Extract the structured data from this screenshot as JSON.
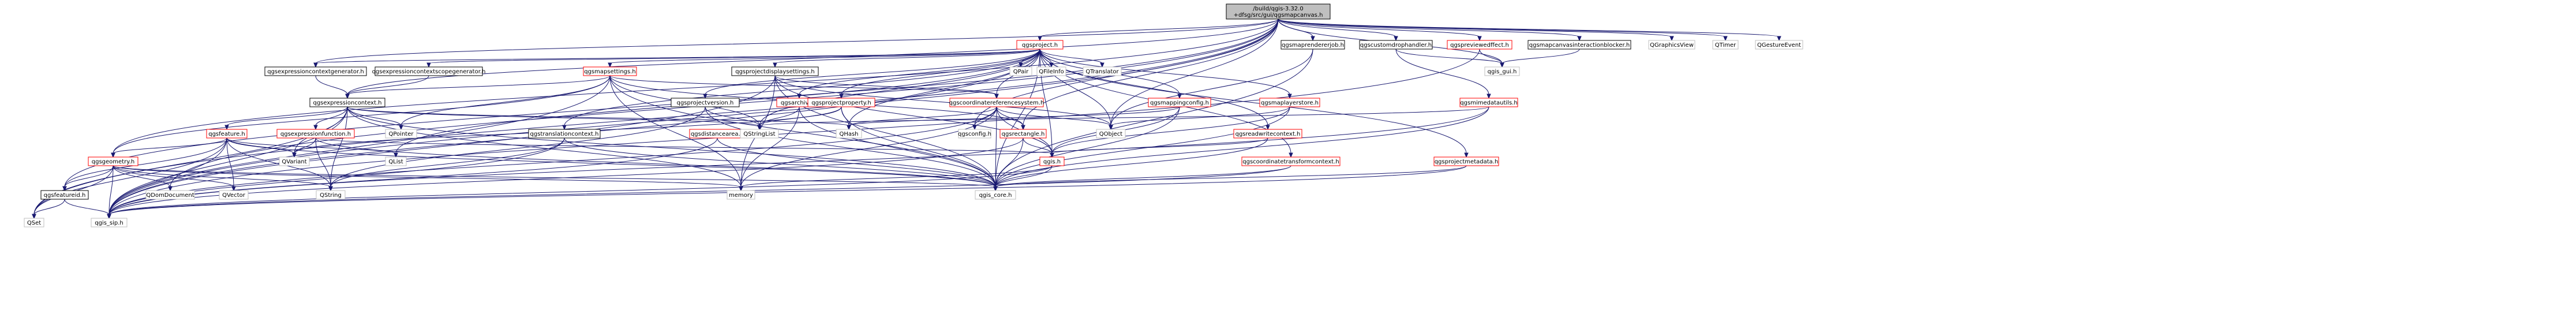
{
  "colors": {
    "edge": "#191970",
    "node_border_black": "#000000",
    "node_border_red": "#ff0000",
    "node_border_grey": "#bfbfbf",
    "node_fill": "#ffffff",
    "root_fill": "#bfbfbf"
  },
  "diagram": {
    "nodes": [
      {
        "id": "root",
        "label": "/build/qgis-3.32.0\n+dfsg/src/gui/qgsmapcanvas.h",
        "style": "root"
      },
      {
        "id": "qgsproject",
        "label": "qgsproject.h",
        "style": "red"
      },
      {
        "id": "qgsmaprendererjob",
        "label": "qgsmaprendererjob.h",
        "style": "black"
      },
      {
        "id": "qgscustomdrophandler",
        "label": "qgscustomdrophandler.h",
        "style": "black"
      },
      {
        "id": "qgspreviewing",
        "label": "qgspreviewedffect.h",
        "style": "red"
      },
      {
        "id": "qgsmapcanvasint",
        "label": "qgsmapcanvasinteractionblocker.h",
        "style": "black"
      },
      {
        "id": "QGraphicsView",
        "label": "QGraphicsView",
        "style": "grey"
      },
      {
        "id": "QTimer",
        "label": "QTimer",
        "style": "grey"
      },
      {
        "id": "QGestureEvent",
        "label": "QGestureEvent",
        "style": "grey"
      },
      {
        "id": "qgsexprctxgen",
        "label": "qgsexpressioncontextgenerator.h",
        "style": "black"
      },
      {
        "id": "qgsexprctxscopegen",
        "label": "qgsexpressioncontextscopegenerator.h",
        "style": "black"
      },
      {
        "id": "qgsmapsettings",
        "label": "qgsmapsettings.h",
        "style": "red"
      },
      {
        "id": "qgsprojectdisplaysettings",
        "label": "qgsprojectdisplaysettings.h",
        "style": "black"
      },
      {
        "id": "QPair",
        "label": "QPair",
        "style": "grey"
      },
      {
        "id": "QFileInfo",
        "label": "QFileInfo",
        "style": "grey"
      },
      {
        "id": "QTranslator",
        "label": "QTranslator",
        "style": "grey"
      },
      {
        "id": "qgs_gui",
        "label": "qgis_gui.h",
        "style": "grey"
      },
      {
        "id": "qgsexprctx",
        "label": "qgsexpressioncontext.h",
        "style": "black"
      },
      {
        "id": "qgsprojectversion",
        "label": "qgsprojectversion.h",
        "style": "black"
      },
      {
        "id": "qgsarchive",
        "label": "qgsarchive.h",
        "style": "red"
      },
      {
        "id": "qgsprojectproperty",
        "label": "qgsprojectproperty.h",
        "style": "red"
      },
      {
        "id": "qgscrs",
        "label": "qgscoordinatereferencesystem.h",
        "style": "red"
      },
      {
        "id": "qgsmappingconfig",
        "label": "qgsmappingconfig.h",
        "style": "red"
      },
      {
        "id": "qgsmaplayerstore",
        "label": "qgsmaplayerstore.h",
        "style": "red"
      },
      {
        "id": "qgsmimedatautils",
        "label": "qgsmimedatautils.h",
        "style": "red"
      },
      {
        "id": "qgsfeature",
        "label": "qgsfeature.h",
        "style": "red"
      },
      {
        "id": "qgsexprfunction",
        "label": "qgsexpressionfunction.h",
        "style": "red"
      },
      {
        "id": "QPointer",
        "label": "QPointer",
        "style": "grey"
      },
      {
        "id": "qgstranslationcontext",
        "label": "qgstranslationcontext.h",
        "style": "black"
      },
      {
        "id": "qgsdistancearea",
        "label": "qgsdistancearea.h",
        "style": "red"
      },
      {
        "id": "QStringList",
        "label": "QStringList",
        "style": "grey"
      },
      {
        "id": "QHash",
        "label": "QHash",
        "style": "grey"
      },
      {
        "id": "qgsconfig",
        "label": "qgsconfig.h",
        "style": "grey"
      },
      {
        "id": "qgsrectangle",
        "label": "qgsrectangle.h",
        "style": "red"
      },
      {
        "id": "QObject",
        "label": "QObject",
        "style": "grey"
      },
      {
        "id": "qgsreadwritecontext",
        "label": "qgsreadwritecontext.h",
        "style": "red"
      },
      {
        "id": "qgsgeometry",
        "label": "qgsgeometry.h",
        "style": "red"
      },
      {
        "id": "QVariant",
        "label": "QVariant",
        "style": "grey"
      },
      {
        "id": "QList",
        "label": "QList",
        "style": "grey"
      },
      {
        "id": "qgis_h",
        "label": "qgis.h",
        "style": "red"
      },
      {
        "id": "qgscoordtransformctx",
        "label": "qgscoordinatetransformcontext.h",
        "style": "red"
      },
      {
        "id": "qgsprojectmetadata",
        "label": "qgsprojectmetadata.h",
        "style": "red"
      },
      {
        "id": "qgsfeatureid",
        "label": "qgsfeatureid.h",
        "style": "black"
      },
      {
        "id": "QDomDocument",
        "label": "QDomDocument",
        "style": "grey"
      },
      {
        "id": "QVector",
        "label": "QVector",
        "style": "grey"
      },
      {
        "id": "QString",
        "label": "QString",
        "style": "grey"
      },
      {
        "id": "memory",
        "label": "memory",
        "style": "grey"
      },
      {
        "id": "qgis_core",
        "label": "qgis_core.h",
        "style": "grey"
      },
      {
        "id": "QSet",
        "label": "QSet",
        "style": "grey"
      },
      {
        "id": "qgis_sip",
        "label": "qgis_sip.h",
        "style": "grey"
      }
    ],
    "edges": [
      [
        "root",
        "qgsproject"
      ],
      [
        "root",
        "qgsmaprendererjob"
      ],
      [
        "root",
        "qgscustomdrophandler"
      ],
      [
        "root",
        "qgspreviewing"
      ],
      [
        "root",
        "qgsmapcanvasint"
      ],
      [
        "root",
        "QGraphicsView"
      ],
      [
        "root",
        "QTimer"
      ],
      [
        "root",
        "QGestureEvent"
      ],
      [
        "root",
        "qgsexprctxgen"
      ],
      [
        "root",
        "qgsexprctx"
      ],
      [
        "root",
        "qgsconfig"
      ],
      [
        "root",
        "qgsfeatureid"
      ],
      [
        "root",
        "qgsgeometry"
      ],
      [
        "root",
        "QDomDocument"
      ],
      [
        "root",
        "qgis_sip"
      ],
      [
        "root",
        "qgs_gui"
      ],
      [
        "root",
        "qgsrectangle"
      ],
      [
        "root",
        "QObject"
      ],
      [
        "root",
        "QSet"
      ],
      [
        "qgsproject",
        "qgsexprctxscopegen"
      ],
      [
        "qgsproject",
        "qgsmapsettings"
      ],
      [
        "qgsproject",
        "qgsprojectdisplaysettings"
      ],
      [
        "qgsproject",
        "QPair"
      ],
      [
        "qgsproject",
        "QFileInfo"
      ],
      [
        "qgsproject",
        "QTranslator"
      ],
      [
        "qgsproject",
        "qgsprojectversion"
      ],
      [
        "qgsproject",
        "qgsarchive"
      ],
      [
        "qgsproject",
        "qgsprojectproperty"
      ],
      [
        "qgsproject",
        "qgscrs"
      ],
      [
        "qgsproject",
        "qgsmappingconfig"
      ],
      [
        "qgsproject",
        "qgsmaplayerstore"
      ],
      [
        "qgsproject",
        "qgsreadwritecontext"
      ],
      [
        "qgsproject",
        "qgstranslationcontext"
      ],
      [
        "qgsproject",
        "qgscoordtransformctx"
      ],
      [
        "qgsproject",
        "qgsprojectmetadata"
      ],
      [
        "qgsproject",
        "QObject"
      ],
      [
        "qgsproject",
        "QHash"
      ],
      [
        "qgsproject",
        "QList"
      ],
      [
        "qgsproject",
        "QStringList"
      ],
      [
        "qgsproject",
        "qgis_core"
      ],
      [
        "qgsproject",
        "qgis_h"
      ],
      [
        "qgsproject",
        "qgis_sip"
      ],
      [
        "qgsproject",
        "qgsexprctxgen"
      ],
      [
        "qgsmaprendererjob",
        "qgis_gui"
      ],
      [
        "qgsmaprendererjob",
        "QObject"
      ],
      [
        "qgsmaprendererjob",
        "qgis_core"
      ],
      [
        "qgscustomdrophandler",
        "qgs_gui"
      ],
      [
        "qgscustomdrophandler",
        "qgsmimedatautils"
      ],
      [
        "qgspreviewing",
        "qgs_gui"
      ],
      [
        "qgspreviewing",
        "qgis_sip"
      ],
      [
        "qgsmapcanvasint",
        "qgs_gui"
      ],
      [
        "qgsexprctxgen",
        "qgsexprctx"
      ],
      [
        "qgsexprctxscopegen",
        "qgsexprctx"
      ],
      [
        "qgsmapsettings",
        "qgsexprctx"
      ],
      [
        "qgsmapsettings",
        "qgscrs"
      ],
      [
        "qgsmapsettings",
        "qgsrectangle"
      ],
      [
        "qgsmapsettings",
        "qgsgeometry"
      ],
      [
        "qgsmapsettings",
        "QStringList"
      ],
      [
        "qgsmapsettings",
        "QPointer"
      ],
      [
        "qgsmapsettings",
        "qgis_core"
      ],
      [
        "qgsmapsettings",
        "qgis_sip"
      ],
      [
        "qgsmapsettings",
        "memory"
      ],
      [
        "qgsprojectdisplaysettings",
        "qgscrs"
      ],
      [
        "qgsprojectdisplaysettings",
        "QObject"
      ],
      [
        "qgsprojectdisplaysettings",
        "qgis_core"
      ],
      [
        "qgsprojectdisplaysettings",
        "qgis_h"
      ],
      [
        "qgsprojectdisplaysettings",
        "memory"
      ],
      [
        "qgsprojectdisplaysettings",
        "qgis_sip"
      ],
      [
        "qgsexprctx",
        "qgsfeature"
      ],
      [
        "qgsexprctx",
        "qgsexprfunction"
      ],
      [
        "qgsexprctx",
        "QPointer"
      ],
      [
        "qgsexprctx",
        "QStringList"
      ],
      [
        "qgsexprctx",
        "QHash"
      ],
      [
        "qgsexprctx",
        "QString"
      ],
      [
        "qgsexprctx",
        "QVariant"
      ],
      [
        "qgsexprctx",
        "QSet"
      ],
      [
        "qgsexprctx",
        "qgis_core"
      ],
      [
        "qgsexprctx",
        "qgis_sip"
      ],
      [
        "qgsexprctx",
        "memory"
      ],
      [
        "qgsprojectversion",
        "QStringList"
      ],
      [
        "qgsprojectversion",
        "QString"
      ],
      [
        "qgsprojectversion",
        "qgis_core"
      ],
      [
        "qgsarchive",
        "QStringList"
      ],
      [
        "qgsarchive",
        "qgis_core"
      ],
      [
        "qgsarchive",
        "memory"
      ],
      [
        "qgsprojectproperty",
        "QHash"
      ],
      [
        "qgsprojectproperty",
        "QVariant"
      ],
      [
        "qgsprojectproperty",
        "QStringList"
      ],
      [
        "qgsprojectproperty",
        "qgis_core"
      ],
      [
        "qgscrs",
        "qgsconfig"
      ],
      [
        "qgscrs",
        "qgsrectangle"
      ],
      [
        "qgscrs",
        "QObject"
      ],
      [
        "qgscrs",
        "QHash"
      ],
      [
        "qgscrs",
        "qgis_h"
      ],
      [
        "qgscrs",
        "qgis_core"
      ],
      [
        "qgscrs",
        "qgis_sip"
      ],
      [
        "qgscrs",
        "memory"
      ],
      [
        "qgsmappingconfig",
        "QHash"
      ],
      [
        "qgsmappingconfig",
        "qgis_core"
      ],
      [
        "qgsmappingconfig",
        "qgis_h"
      ],
      [
        "qgsmaplayerstore",
        "QObject"
      ],
      [
        "qgsmaplayerstore",
        "qgis_core"
      ],
      [
        "qgsmaplayerstore",
        "qgis_h"
      ],
      [
        "qgsmimedatautils",
        "QStringList"
      ],
      [
        "qgsmimedatautils",
        "qgis_core"
      ],
      [
        "qgsmimedatautils",
        "qgis_sip"
      ],
      [
        "qgsfeature",
        "qgsgeometry"
      ],
      [
        "qgsfeature",
        "qgsfeatureid"
      ],
      [
        "qgsfeature",
        "QVariant"
      ],
      [
        "qgsfeature",
        "QList"
      ],
      [
        "qgsfeature",
        "QVector"
      ],
      [
        "qgsfeature",
        "QString"
      ],
      [
        "qgsfeature",
        "QSet"
      ],
      [
        "qgsfeature",
        "qgis_core"
      ],
      [
        "qgsfeature",
        "qgis_sip"
      ],
      [
        "qgsexprfunction",
        "QVariant"
      ],
      [
        "qgsexprfunction",
        "QString"
      ],
      [
        "qgsexprfunction",
        "qgis_core"
      ],
      [
        "qgsexprfunction",
        "qgis_h"
      ],
      [
        "qgstranslationcontext",
        "QString"
      ],
      [
        "qgstranslationcontext",
        "qgis_core"
      ],
      [
        "qgstranslationcontext",
        "qgis_sip"
      ],
      [
        "qgsdistancearea",
        "qgis_core"
      ],
      [
        "qgsdistancearea",
        "qgis_sip"
      ],
      [
        "qgsrectangle",
        "qgis_core"
      ],
      [
        "qgsrectangle",
        "qgis_h"
      ],
      [
        "qgsrectangle",
        "qgis_sip"
      ],
      [
        "qgsreadwritecontext",
        "qgis_core"
      ],
      [
        "qgsreadwritecontext",
        "qgis_h"
      ],
      [
        "qgsgeometry",
        "QDomDocument"
      ],
      [
        "qgsgeometry",
        "QVector"
      ],
      [
        "qgsgeometry",
        "QString"
      ],
      [
        "qgsgeometry",
        "QSet"
      ],
      [
        "qgsgeometry",
        "qgis_core"
      ],
      [
        "qgsgeometry",
        "qgis_sip"
      ],
      [
        "qgsgeometry",
        "memory"
      ],
      [
        "qgsgeometry",
        "qgsfeatureid"
      ],
      [
        "qgis_h",
        "memory"
      ],
      [
        "qgis_h",
        "qgis_core"
      ],
      [
        "qgis_h",
        "qgis_sip"
      ],
      [
        "qgscoordtransformctx",
        "qgis_core"
      ],
      [
        "qgscoordtransformctx",
        "qgis_sip"
      ],
      [
        "qgsprojectmetadata",
        "qgis_core"
      ],
      [
        "qgsprojectmetadata",
        "qgis_sip"
      ],
      [
        "qgsfeatureid",
        "QSet"
      ],
      [
        "qgsfeatureid",
        "qgis_sip"
      ]
    ]
  }
}
